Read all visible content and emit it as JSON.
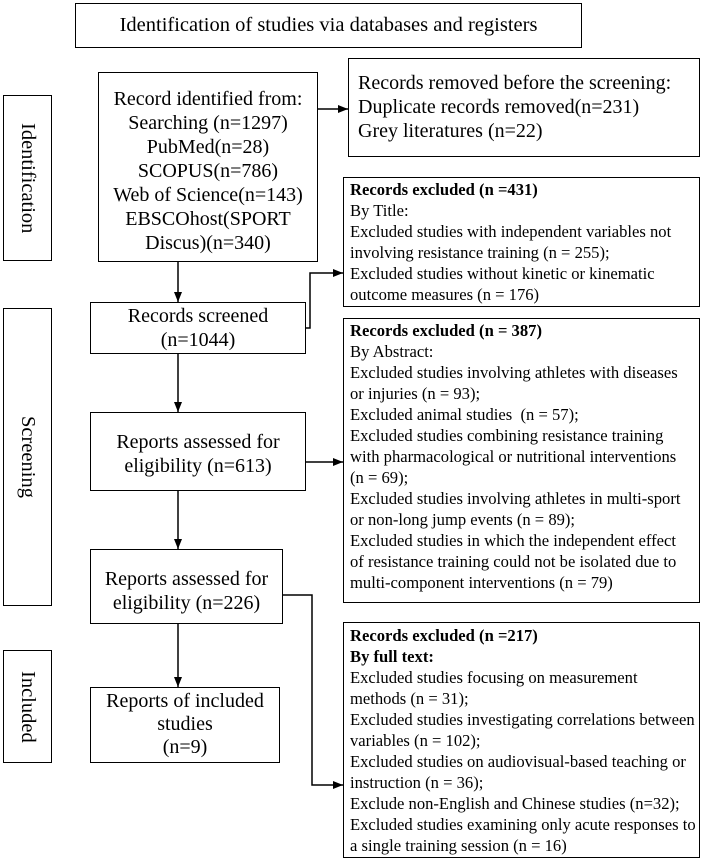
{
  "title": "Identification of studies via databases and registers",
  "phases": {
    "identification": "Identification",
    "screening": "Screening",
    "included": "Included"
  },
  "records_identified": {
    "heading": "Record identified from:",
    "lines": [
      "Searching (n=1297)",
      "PubMed(n=28)",
      "SCOPUS(n=786)",
      "Web of Science(n=143)",
      "EBSCOhost(SPORT",
      "Discus)(n=340)"
    ]
  },
  "records_removed": {
    "heading": "Records removed before the screening:",
    "lines": [
      "Duplicate records removed(n=231)",
      "Grey literatures (n=22)"
    ]
  },
  "records_screened": {
    "label": "Records screened",
    "count": "(n=1044)"
  },
  "excluded_by_title": {
    "heading": "Records excluded (n =431)",
    "stage": "By Title:",
    "reasons": [
      [
        "Excluded studies with independent variables not",
        "involving resistance training (n = 255);"
      ],
      [
        "Excluded studies without kinetic or kinematic",
        "outcome measures (n = 176)"
      ]
    ]
  },
  "reports_assessed_1": {
    "lines": [
      "Reports assessed for",
      "eligibility (n=613)"
    ]
  },
  "excluded_by_abstract": {
    "heading": "Records excluded (n = 387)",
    "stage": "By Abstract:",
    "reasons": [
      [
        "Excluded studies involving athletes with diseases",
        "or injuries (n = 93);"
      ],
      [
        "Excluded animal studies  (n = 57);"
      ],
      [
        "Excluded studies combining resistance training",
        "with pharmacological or nutritional interventions",
        "(n = 69);"
      ],
      [
        "Excluded studies involving athletes in multi-sport",
        "or non-long jump events (n = 89);"
      ],
      [
        "Excluded studies in which the independent effect",
        "of resistance training could not be isolated due to",
        "multi-component interventions (n = 79)"
      ]
    ]
  },
  "reports_assessed_2": {
    "lines": [
      "Reports assessed for",
      "eligibility (n=226)"
    ]
  },
  "excluded_by_full_text": {
    "heading": "Records excluded (n =217)",
    "stage": "By full text:",
    "reasons": [
      [
        "Excluded studies focusing on measurement",
        "methods (n = 31);"
      ],
      [
        "Excluded studies investigating correlations between",
        "variables (n = 102);"
      ],
      [
        "Excluded studies on audiovisual-based teaching or",
        "instruction (n = 36);"
      ],
      [
        "Exclude non-English and Chinese studies (n=32);"
      ],
      [
        "Excluded studies examining only acute responses to",
        "a single training session (n = 16)"
      ]
    ]
  },
  "reports_included": {
    "lines": [
      "Reports of included",
      "studies",
      "(n=9)"
    ]
  }
}
